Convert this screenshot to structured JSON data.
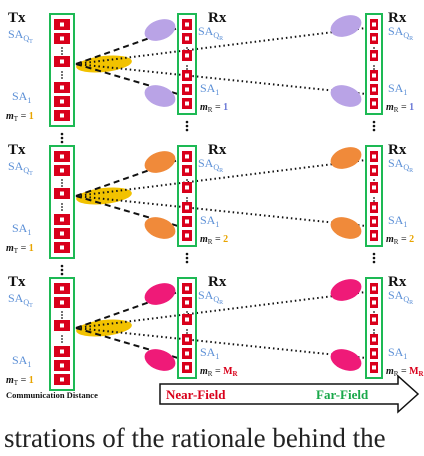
{
  "colors": {
    "frame": "#1db954",
    "element": "#d9001b",
    "element_inner": "#ffffff",
    "sa_label": "#5b8fd6",
    "beam_tx": "#f2c200",
    "m_t_value": "#e8a400",
    "near_field_text": "#d9001b",
    "far_field_text": "#1aa84a",
    "purple": "#b9a3e6",
    "orange": "#f08a3a",
    "pink": "#ef1a78",
    "m_r_orange": "#e8a400",
    "m_r_pink": "#d9001b",
    "m_r_purple": "#6b79d6"
  },
  "rows": [
    {
      "tx_label": "Tx",
      "rx_near_label": "Rx",
      "rx_far_label": "Rx",
      "sa_top_tx": "SA",
      "sa_top_tx_sub": "Q",
      "sa_top_tx_subsub": "T",
      "sa_bottom_tx": "SA",
      "sa_bottom_tx_sub": "1",
      "sa_top_rx": "SA",
      "sa_top_rx_sub": "Q",
      "sa_top_rx_subsub": "R",
      "sa_bottom_rx": "SA",
      "sa_bottom_rx_sub": "1",
      "m_t": "m",
      "m_t_sub": "T",
      "m_t_eq": " = ",
      "m_t_value": "1",
      "m_r": "m",
      "m_r_sub": "R",
      "m_r_eq": " = ",
      "m_r_value": "1",
      "rx_beam_color": "purple",
      "m_r_value_color": "m_r_purple"
    },
    {
      "tx_label": "Tx",
      "rx_near_label": "Rx",
      "rx_far_label": "Rx",
      "sa_top_tx": "SA",
      "sa_top_tx_sub": "Q",
      "sa_top_tx_subsub": "T",
      "sa_bottom_tx": "SA",
      "sa_bottom_tx_sub": "1",
      "sa_top_rx": "SA",
      "sa_top_rx_sub": "Q",
      "sa_top_rx_subsub": "R",
      "sa_bottom_rx": "SA",
      "sa_bottom_rx_sub": "1",
      "m_t": "m",
      "m_t_sub": "T",
      "m_t_eq": " = ",
      "m_t_value": "1",
      "m_r": "m",
      "m_r_sub": "R",
      "m_r_eq": " = ",
      "m_r_value": "2",
      "rx_beam_color": "orange",
      "m_r_value_color": "m_r_orange"
    },
    {
      "tx_label": "Tx",
      "rx_near_label": "Rx",
      "rx_far_label": "Rx",
      "sa_top_tx": "SA",
      "sa_top_tx_sub": "Q",
      "sa_top_tx_subsub": "T",
      "sa_bottom_tx": "SA",
      "sa_bottom_tx_sub": "1",
      "sa_top_rx": "SA",
      "sa_top_rx_sub": "Q",
      "sa_top_rx_subsub": "R",
      "sa_bottom_rx": "SA",
      "sa_bottom_rx_sub": "1",
      "m_t": "m",
      "m_t_sub": "T",
      "m_t_eq": " = ",
      "m_t_value": "1",
      "m_r": "m",
      "m_r_sub": "R",
      "m_r_eq": " = ",
      "m_r_value": "M",
      "m_r_value_sub": "R",
      "rx_beam_color": "pink",
      "m_r_value_color": "m_r_pink"
    }
  ],
  "bottom": {
    "communication_distance": "Communication Distance",
    "near_field": "Near-Field",
    "far_field": "Far-Field"
  },
  "caption": "strations of the rationale behind the"
}
